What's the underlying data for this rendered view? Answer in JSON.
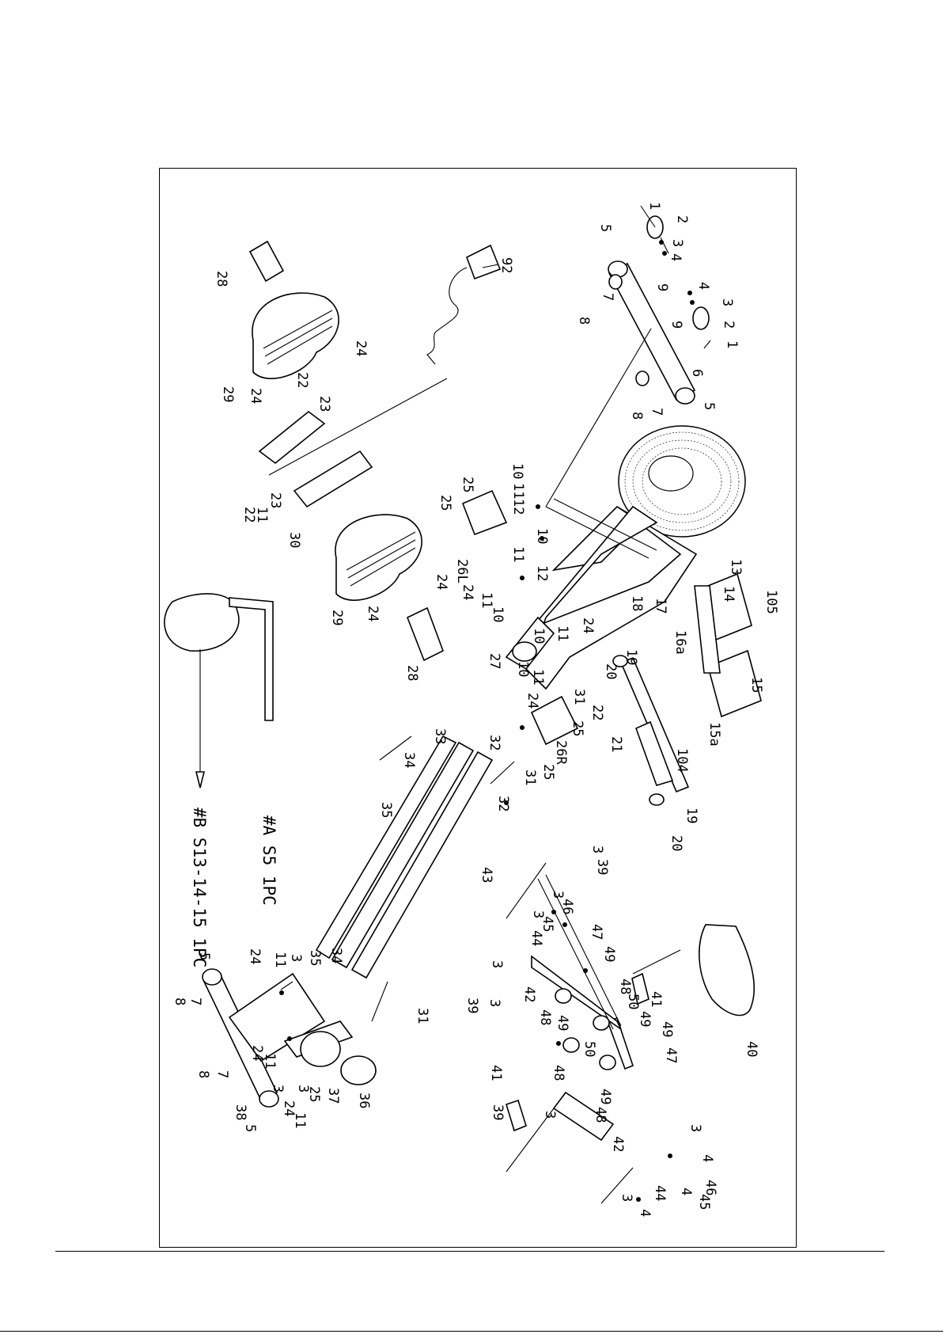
{
  "labels": {
    "p1a": "1",
    "p2a": "2",
    "p3a": "3",
    "p4a": "4",
    "p5a": "5",
    "p92": "92",
    "p4b": "4",
    "p3b": "3",
    "p2b": "2",
    "p1b": "1",
    "p9a": "9",
    "p9b": "9",
    "p6": "6",
    "p5b": "5",
    "p7a": "7",
    "p8a": "8",
    "p7b": "7",
    "p8b": "8",
    "p28a": "28",
    "p24a": "24",
    "p29a": "29",
    "p24b": "24",
    "p22a": "22",
    "p23a": "23",
    "p23b": "23",
    "p22b": "22",
    "p11a": "11",
    "p30": "30",
    "p29b": "29",
    "p24c": "24",
    "p24d": "24",
    "p28b": "28",
    "p25a": "25",
    "p25b": "25",
    "p10a": "10",
    "p11b": "11",
    "p12a": "12",
    "p10b": "10",
    "p11c": "11",
    "p12b": "12",
    "p26l": "26L",
    "p24e": "24",
    "p11d": "11",
    "p10c": "10",
    "p27": "27",
    "p10d": "10",
    "p11e": "11",
    "p24f": "24",
    "p10e": "10",
    "p11f": "11",
    "p24g": "24",
    "p31a": "31",
    "p22c": "22",
    "p25c": "25",
    "p26r": "26R",
    "p25d": "25",
    "p13": "13",
    "p14": "14",
    "p105": "105",
    "p18": "18",
    "p17": "17",
    "p16a": "16a",
    "p15": "15",
    "p15a": "15a",
    "p19a": "19",
    "p20a": "20",
    "p21": "21",
    "p104": "104",
    "p19b": "19",
    "p20b": "20",
    "p33": "33",
    "p32a": "32",
    "p32b": "32",
    "p31b": "31",
    "p34a": "34",
    "p35a": "35",
    "p39a": "3",
    "p39b": "39",
    "p43": "43",
    "p3c": "3",
    "p46a": "46",
    "p3d": "3",
    "p45a": "45",
    "p44a": "44",
    "p3e": "3",
    "p47a": "47",
    "p49a": "49",
    "p48a": "48",
    "p50a": "50",
    "p49b": "49",
    "p42a": "42",
    "p48b": "48",
    "p49c": "49",
    "p50b": "50",
    "p49d": "49",
    "p47b": "47",
    "p48c": "48",
    "p49e": "49",
    "p48d": "48",
    "p42b": "42",
    "p41a": "41",
    "p41b": "41",
    "p40": "40",
    "p39c": "39",
    "p3f": "3",
    "p39d": "39",
    "p3g": "3",
    "p3h": "3",
    "p4c": "4",
    "p46b": "46",
    "p44b": "44",
    "p4d": "4",
    "p45b": "45",
    "p3i": "3",
    "p4e": "4",
    "p5c": "5",
    "p24h": "24",
    "p11g": "11",
    "p3j": "3",
    "p35b": "35",
    "p34b": "34",
    "p8c": "8",
    "p7c": "7",
    "p8d": "8",
    "p7d": "7",
    "p24i": "24",
    "p11h": "11",
    "p3k": "3",
    "p24j": "24",
    "p25e": "25",
    "p3l": "3",
    "p11i": "11",
    "p38": "38",
    "p5d": "5",
    "p37": "37",
    "p36": "36",
    "p31c": "31"
  },
  "tools": {
    "a": "#A  S5 1PC",
    "b": "#B  S13-14-15 1PC"
  }
}
